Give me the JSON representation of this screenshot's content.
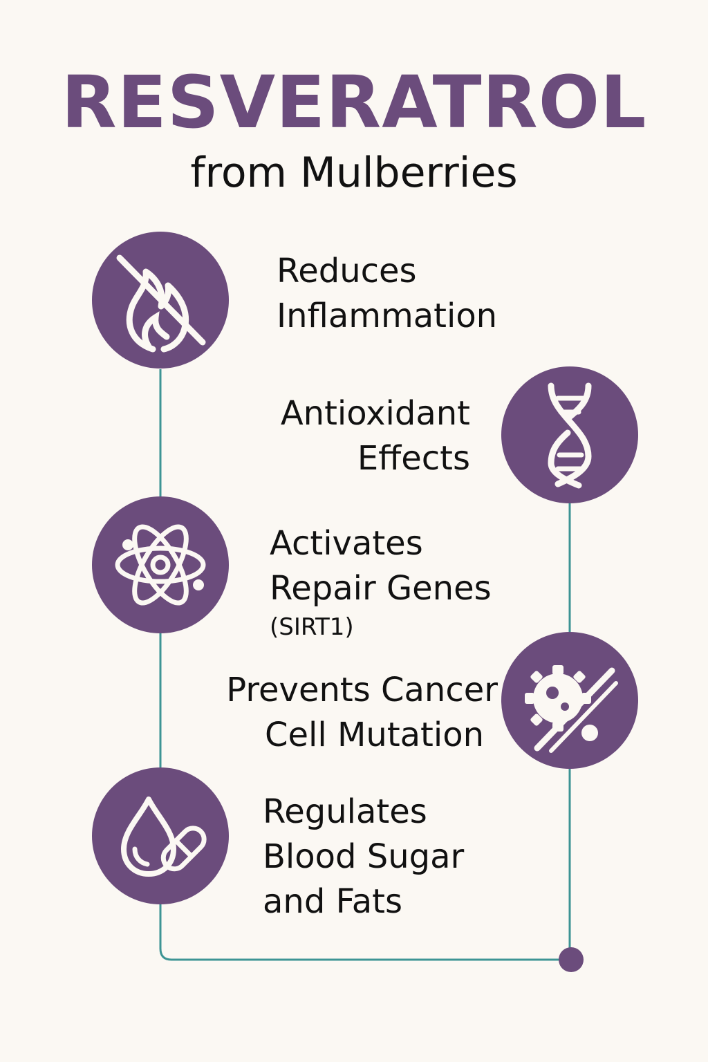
{
  "header": {
    "title": "RESVERATROL",
    "subtitle": "from Mulberries"
  },
  "colors": {
    "background": "#fbf8f3",
    "accent": "#6b4c7c",
    "connector": "#3d9494",
    "text": "#111111",
    "icon_stroke": "#fbf8f3"
  },
  "benefits": [
    {
      "icon": "no-fire-icon",
      "lines": [
        "Reduces",
        "Inflammation"
      ]
    },
    {
      "icon": "dna-icon",
      "lines": [
        "Antioxidant",
        "Effects"
      ]
    },
    {
      "icon": "atom-icon",
      "lines": [
        "Activates",
        "Repair Genes"
      ],
      "note": "(SIRT1)"
    },
    {
      "icon": "no-cancer-cell-icon",
      "lines": [
        "Prevents Cancer",
        "Cell Mutation"
      ]
    },
    {
      "icon": "drop-capsule-icon",
      "lines": [
        "Regulates",
        "Blood Sugar",
        "and Fats"
      ]
    }
  ]
}
